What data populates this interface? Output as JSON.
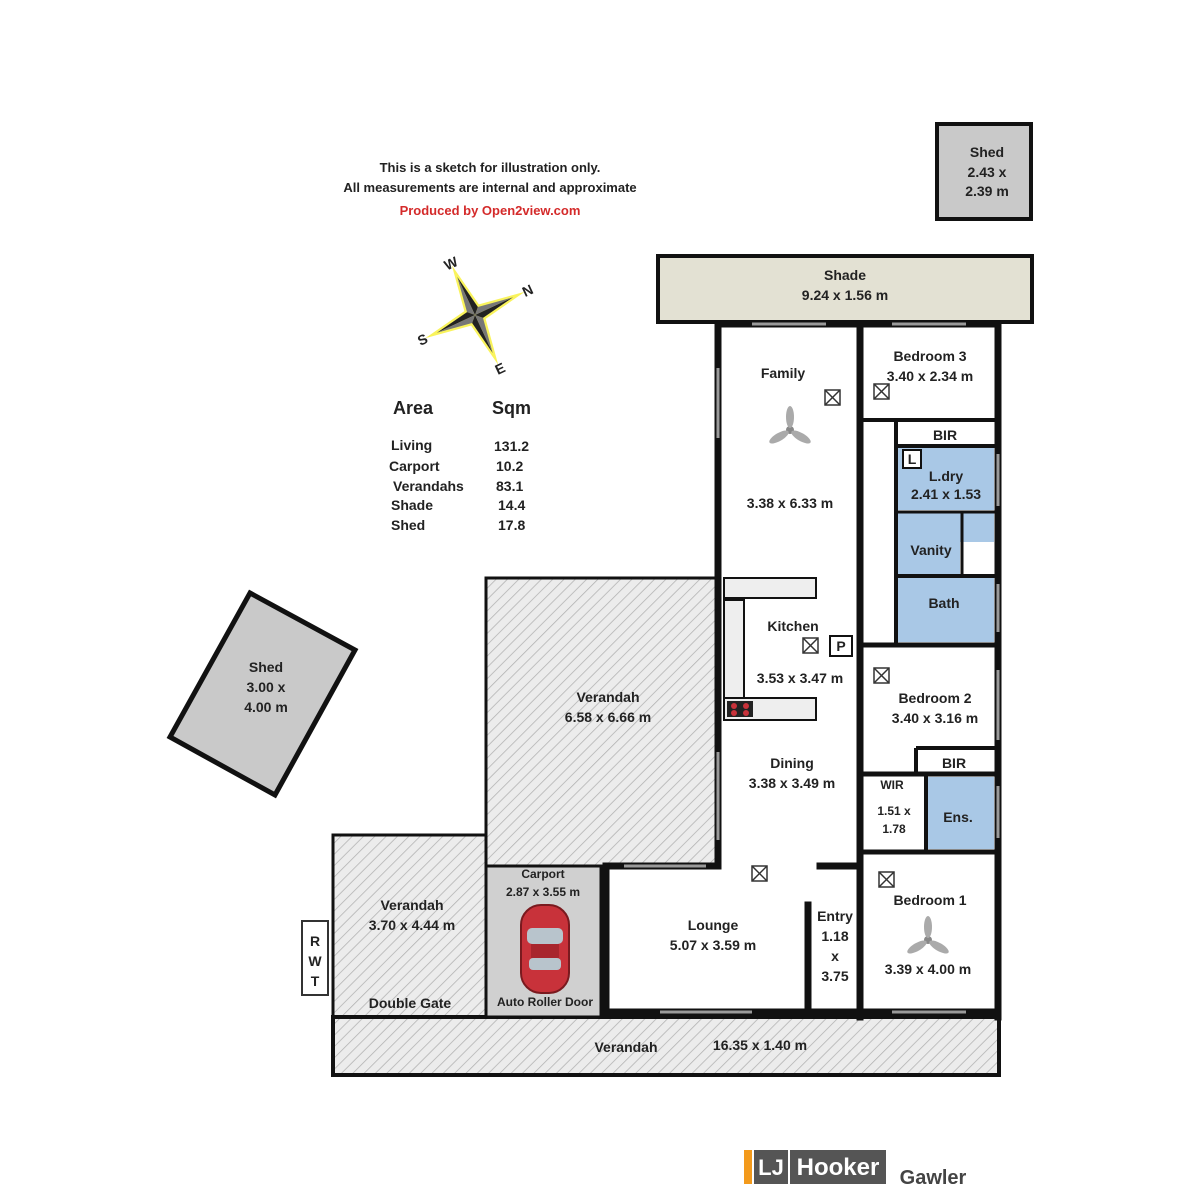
{
  "notes": {
    "line1": "This is a sketch for illustration only.",
    "line2": "All measurements are internal and approximate",
    "produced_by": "Produced by Open2view.com",
    "produced_color": "#d42a2a"
  },
  "compass": {
    "n": "N",
    "s": "S",
    "e": "E",
    "w": "W"
  },
  "area_table": {
    "col1": "Area",
    "col2": "Sqm",
    "rows": [
      {
        "name": "Living",
        "value": "131.2"
      },
      {
        "name": "Carport",
        "value": "10.2"
      },
      {
        "name": "Verandahs",
        "value": "83.1"
      },
      {
        "name": "Shade",
        "value": "14.4"
      },
      {
        "name": "Shed",
        "value": "17.8"
      }
    ]
  },
  "rooms": {
    "shed_top": {
      "name": "Shed",
      "dim1": "2.43 x",
      "dim2": "2.39 m"
    },
    "shade": {
      "name": "Shade",
      "dim": "9.24 x 1.56 m"
    },
    "family": {
      "name": "Family",
      "dim": "3.38 x 6.33 m"
    },
    "bedroom3": {
      "name": "Bedroom 3",
      "dim": "3.40 x 2.34 m"
    },
    "bir3": {
      "name": "BIR"
    },
    "laundry": {
      "name": "L.dry",
      "dim": "2.41 x 1.53",
      "tub": "L"
    },
    "vanity": {
      "name": "Vanity"
    },
    "bath": {
      "name": "Bath"
    },
    "kitchen": {
      "name": "Kitchen",
      "dim": "3.53 x 3.47 m",
      "pantry": "P"
    },
    "bedroom2": {
      "name": "Bedroom 2",
      "dim": "3.40 x 3.16 m"
    },
    "bir2": {
      "name": "BIR"
    },
    "wir": {
      "name": "WIR",
      "dim1": "1.51 x",
      "dim2": "1.78"
    },
    "ensuite": {
      "name": "Ens."
    },
    "dining": {
      "name": "Dining",
      "dim": "3.38 x 3.49 m"
    },
    "verandah_main": {
      "name": "Verandah",
      "dim": "6.58 x 6.66 m"
    },
    "shed_left": {
      "name": "Shed",
      "dim1": "3.00 x",
      "dim2": "4.00 m"
    },
    "verandah_left": {
      "name": "Verandah",
      "dim": "3.70 x 4.44 m",
      "gate": "Double Gate"
    },
    "carport": {
      "name": "Carport",
      "dim": "2.87 x 3.55 m",
      "door": "Auto Roller Door"
    },
    "lounge": {
      "name": "Lounge",
      "dim": "5.07 x 3.59 m"
    },
    "entry": {
      "name": "Entry",
      "d1": "1.18",
      "d2": "x",
      "d3": "3.75"
    },
    "bedroom1": {
      "name": "Bedroom 1",
      "dim": "3.39 x 4.00 m"
    },
    "rwt": {
      "r": "R",
      "w": "W",
      "t": "T"
    },
    "verandah_front": {
      "name": "Verandah",
      "dim": "16.35 x 1.40 m"
    }
  },
  "branding": {
    "logo_lj": "LJ",
    "logo_hooker": "Hooker",
    "office": "Gawler",
    "logo_orange": "#f39a1c",
    "logo_grey": "#555555"
  },
  "colors": {
    "wet_area": "#a9c8e6",
    "shade_fill": "#e3e1d3",
    "shed_fill": "#c9c9c9",
    "verandah_fill": "#ececec",
    "car": "#c8323a"
  }
}
